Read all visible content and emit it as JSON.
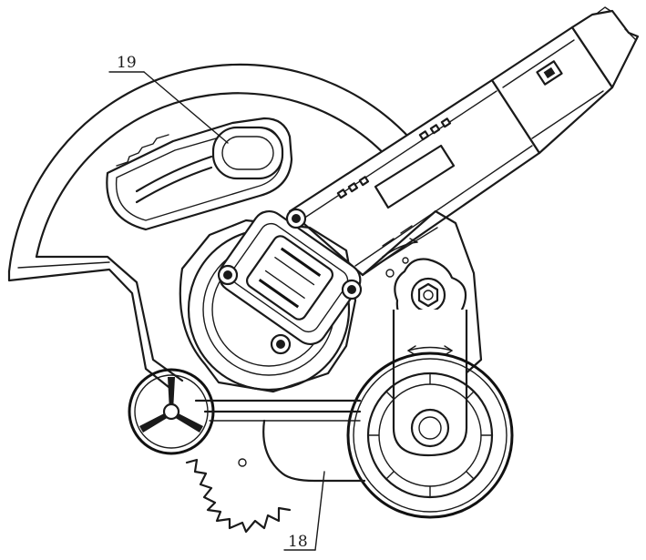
{
  "callouts": [
    {
      "id": "19",
      "text": "19"
    },
    {
      "id": "18",
      "text": "18"
    }
  ],
  "colors": {
    "line": "#1a1a1a",
    "background": "#ffffff"
  }
}
